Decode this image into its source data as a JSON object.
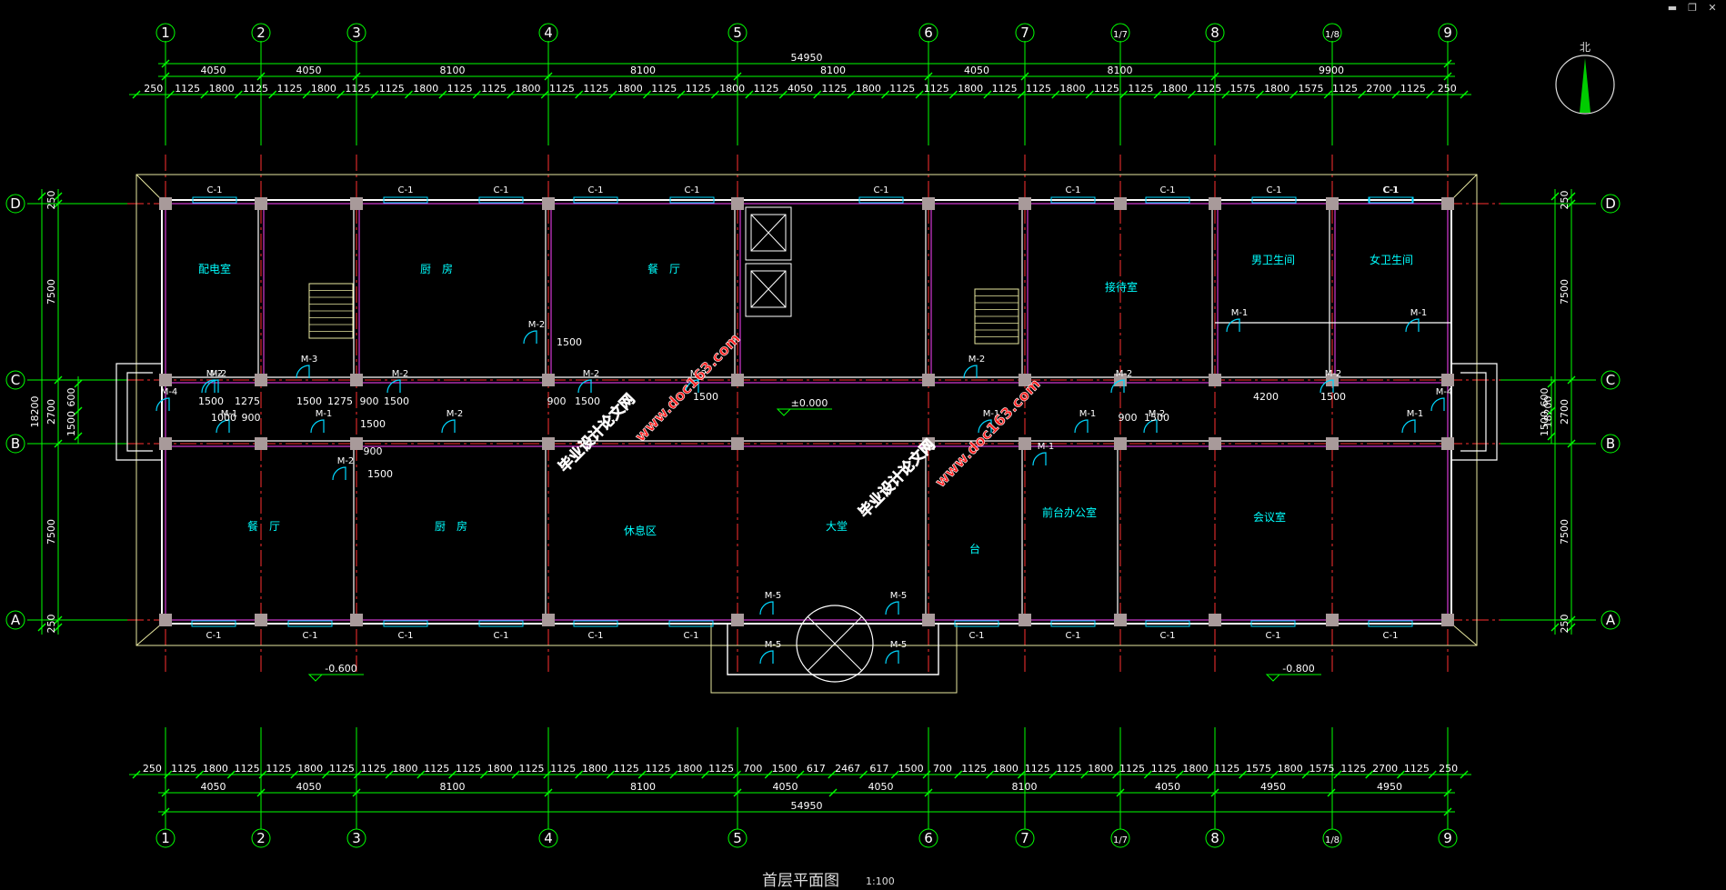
{
  "window_controls": {
    "minimize": "▬",
    "restore": "❐",
    "close": "✕"
  },
  "drawing": {
    "title": "首层平面图",
    "scale": "1:100"
  },
  "north_arrow_label": "北",
  "axes": {
    "vertical": [
      "1",
      "2",
      "3",
      "4",
      "5",
      "6",
      "7",
      "1/7",
      "8",
      "1/8",
      "9"
    ],
    "horizontal": [
      "D",
      "C",
      "B",
      "A"
    ]
  },
  "dims_top": {
    "overall": "54950",
    "axis_spacings": [
      "4050",
      "4050",
      "8100",
      "8100",
      "8100",
      "4050",
      "8100",
      "9900"
    ],
    "details": [
      "250",
      "1125",
      "1800",
      "1125",
      "1125",
      "1800",
      "1125",
      "1125",
      "1800",
      "1125",
      "1125",
      "1800",
      "1125",
      "1125",
      "1800",
      "1125",
      "1125",
      "1800",
      "1125",
      "4050",
      "1125",
      "1800",
      "1125",
      "1125",
      "1800",
      "1125",
      "1125",
      "1800",
      "1125",
      "1125",
      "1800",
      "1125",
      "1575",
      "1800",
      "1575",
      "1125",
      "2700",
      "1125",
      "250"
    ]
  },
  "dims_bottom": {
    "overall": "54950",
    "axis_spacings": [
      "4050",
      "4050",
      "8100",
      "8100",
      "4050",
      "4050",
      "8100",
      "4050",
      "4950",
      "4950"
    ],
    "details": [
      "250",
      "1125",
      "1800",
      "1125",
      "1125",
      "1800",
      "1125",
      "1125",
      "1800",
      "1125",
      "1125",
      "1800",
      "1125",
      "1125",
      "1800",
      "1125",
      "1125",
      "1800",
      "1125",
      "700",
      "1500",
      "617",
      "2467",
      "617",
      "1500",
      "700",
      "1125",
      "1800",
      "1125",
      "1125",
      "1800",
      "1125",
      "1125",
      "1800",
      "1125",
      "1575",
      "1800",
      "1575",
      "1125",
      "2700",
      "1125",
      "250"
    ]
  },
  "dims_side": {
    "top": "250",
    "bay_dc": "7500",
    "bay_cb": "2700",
    "bay_ba": "7500",
    "bottom": "250",
    "overall": "18200",
    "porch": [
      "600",
      "1500",
      "600"
    ]
  },
  "rooms": [
    "配电室",
    "厨　房",
    "餐　厅",
    "接待室",
    "男卫生间",
    "女卫生间",
    "餐　厅",
    "厨　房",
    "休息区",
    "大堂",
    "台",
    "前台办公室",
    "会议室"
  ],
  "windows": [
    "C-1",
    "C-1",
    "C-1",
    "C-1",
    "C-1",
    "C-1",
    "C-1",
    "C-1",
    "C-1",
    "C-1",
    "C-1",
    "C-1",
    "C-1",
    "C-1",
    "C-1",
    "C-1",
    "C-1",
    "C-1",
    "C-1",
    "C-1",
    "C-1",
    "C-1"
  ],
  "doors": [
    "M-1",
    "M-1",
    "M-1",
    "M-1",
    "M-1",
    "M-1",
    "M-1",
    "M-1",
    "M-2",
    "M-2",
    "M-2",
    "M-2",
    "M-2",
    "M-2",
    "M-2",
    "M-2",
    "M-2",
    "M-2",
    "M-2",
    "M-2",
    "M-3",
    "M-4",
    "M-4",
    "M-5",
    "M-5",
    "M-5",
    "M-5"
  ],
  "interior_dims": [
    "1500",
    "1275",
    "1500",
    "1275",
    "900",
    "1500",
    "1000",
    "900",
    "900",
    "1500",
    "900",
    "1500",
    "900",
    "1500",
    "4200",
    "1500",
    "1500",
    "1500",
    "1500"
  ],
  "levels": [
    "±0.000",
    "-0.600",
    "-0.800"
  ],
  "watermarks": [
    "毕业设计论文网",
    "www.doc163.com"
  ],
  "colors": {
    "background": "#000000",
    "axis": "#ff3030",
    "dimension": "#00ff00",
    "wall": "#ffffff",
    "window": "#00d8ff",
    "door": "#00d8ff",
    "room_text": "#00ffff",
    "column": "#a89a9a",
    "inner_wall": "#ff44ff",
    "watermark": "#ff2020"
  }
}
